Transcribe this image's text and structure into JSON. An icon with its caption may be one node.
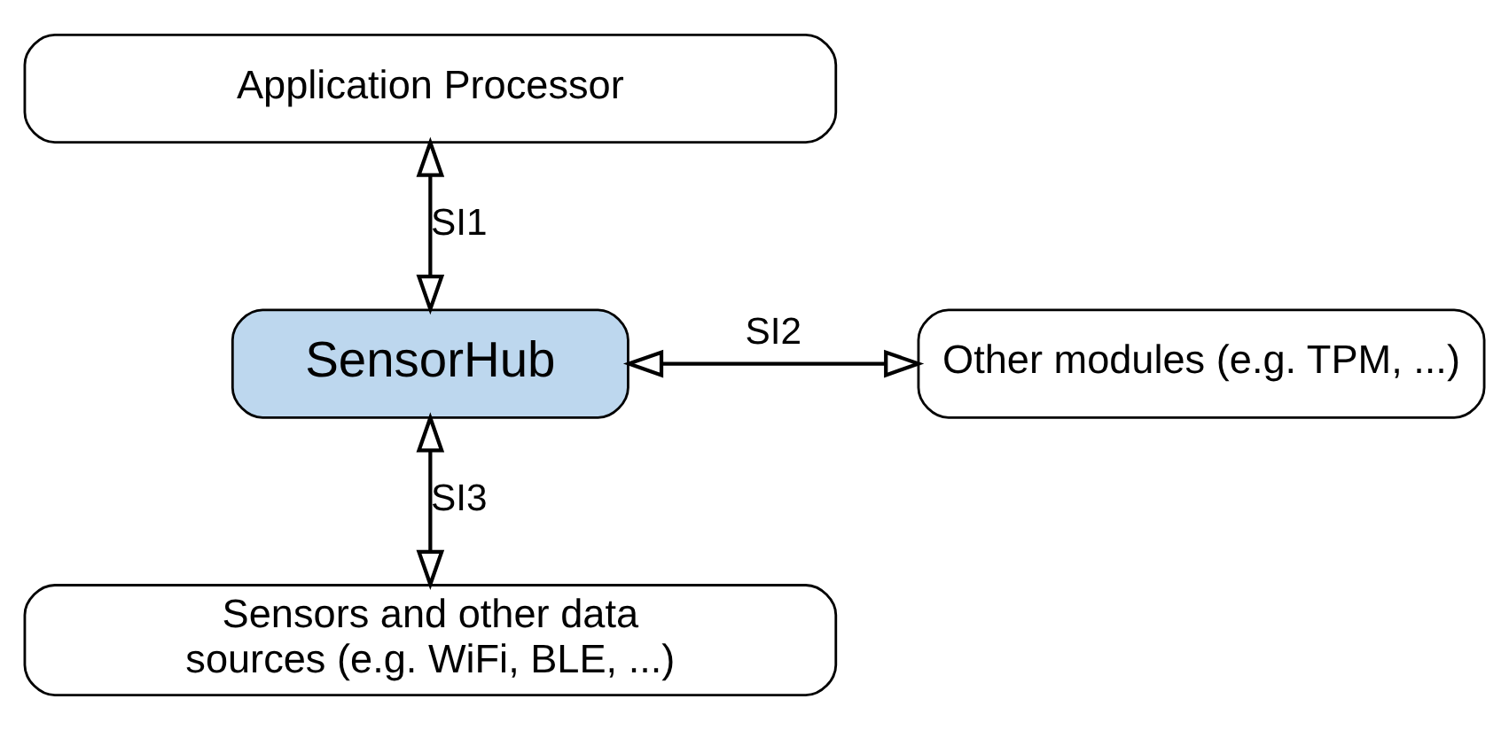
{
  "diagram": {
    "nodes": [
      {
        "text": [
          "Application Processor"
        ]
      },
      {
        "text": [
          "SensorHub"
        ]
      },
      {
        "text": [
          "Other modules (e.g. TPM, ...)"
        ]
      },
      {
        "text": [
          "Sensors and other data sources (e.g. WiFi, BLE, ...)"
        ]
      }
    ],
    "edges": [
      {
        "from": 0,
        "to": 1,
        "arrow": "both",
        "label": "SI1"
      },
      {
        "from": 1,
        "to": 2,
        "arrow": "both",
        "label": "SI2"
      },
      {
        "from": 1,
        "to": 3,
        "arrow": "both",
        "label": "SI3"
      }
    ]
  }
}
